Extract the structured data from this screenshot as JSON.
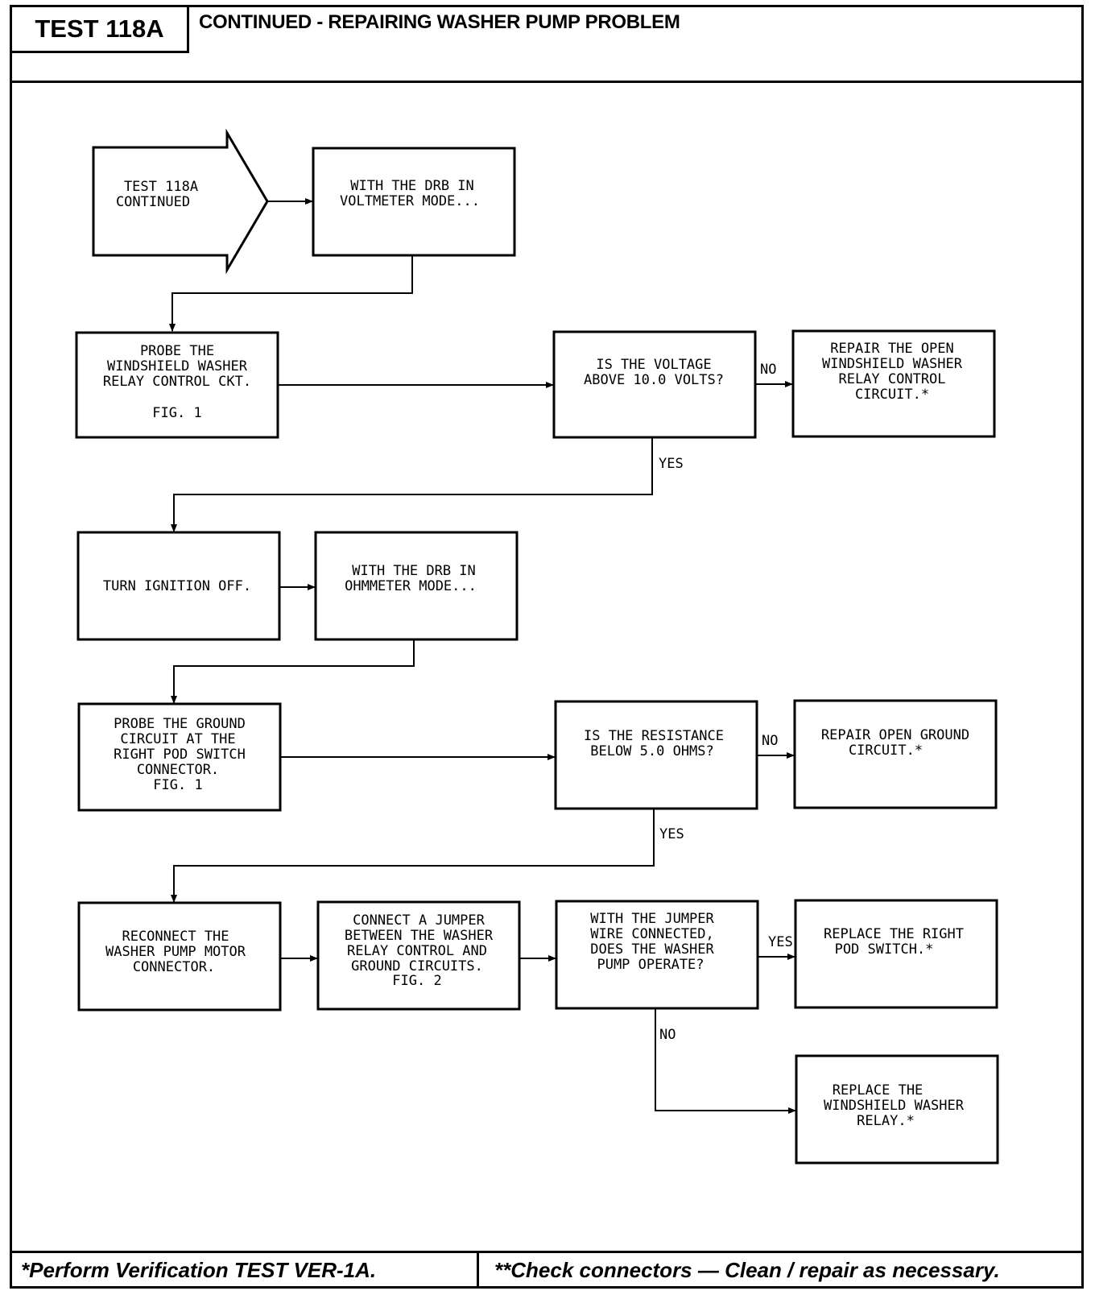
{
  "header": {
    "test_id": "TEST 118A",
    "title": "CONTINUED - REPAIRING WASHER PUMP PROBLEM"
  },
  "nodes": {
    "start": [
      "TEST 118A",
      "CONTINUED"
    ],
    "drb_voltmeter": [
      "WITH THE DRB IN",
      "VOLTMETER MODE..."
    ],
    "probe_relay": [
      "PROBE THE",
      "WINDSHIELD WASHER",
      "RELAY CONTROL CKT.",
      "",
      "FIG. 1"
    ],
    "voltage_question": [
      "IS THE VOLTAGE",
      "ABOVE 10.0 VOLTS?"
    ],
    "repair_relay": [
      "REPAIR THE OPEN",
      "WINDSHIELD WASHER",
      "RELAY CONTROL",
      "CIRCUIT.*"
    ],
    "ignition_off": [
      "TURN IGNITION OFF."
    ],
    "drb_ohmmeter": [
      "WITH THE DRB IN",
      "OHMMETER MODE..."
    ],
    "probe_ground": [
      "PROBE THE GROUND",
      "CIRCUIT AT THE",
      "RIGHT POD SWITCH",
      "CONNECTOR.",
      "FIG. 1"
    ],
    "resistance_question": [
      "IS THE RESISTANCE",
      "BELOW 5.0 OHMS?"
    ],
    "repair_ground": [
      "REPAIR OPEN GROUND",
      "CIRCUIT.*"
    ],
    "reconnect_pump": [
      "RECONNECT THE",
      "WASHER PUMP MOTOR",
      "CONNECTOR."
    ],
    "connect_jumper": [
      "CONNECT A JUMPER",
      "BETWEEN THE WASHER",
      "RELAY CONTROL AND",
      "GROUND CIRCUITS.",
      "FIG. 2"
    ],
    "pump_question": [
      "WITH THE JUMPER",
      "WIRE CONNECTED,",
      "DOES THE WASHER",
      "PUMP OPERATE?"
    ],
    "replace_switch": [
      "REPLACE THE RIGHT",
      "POD SWITCH.*"
    ],
    "replace_relay": [
      "REPLACE THE",
      "WINDSHIELD WASHER",
      "RELAY.*"
    ]
  },
  "edge_labels": {
    "voltage_no": "NO",
    "voltage_yes": "YES",
    "resistance_no": "NO",
    "resistance_yes": "YES",
    "pump_yes": "YES",
    "pump_no": "NO"
  },
  "footer": {
    "left_note": "*Perform Verification TEST VER-1A.",
    "right_note": "**Check connectors — Clean / repair as necessary."
  }
}
